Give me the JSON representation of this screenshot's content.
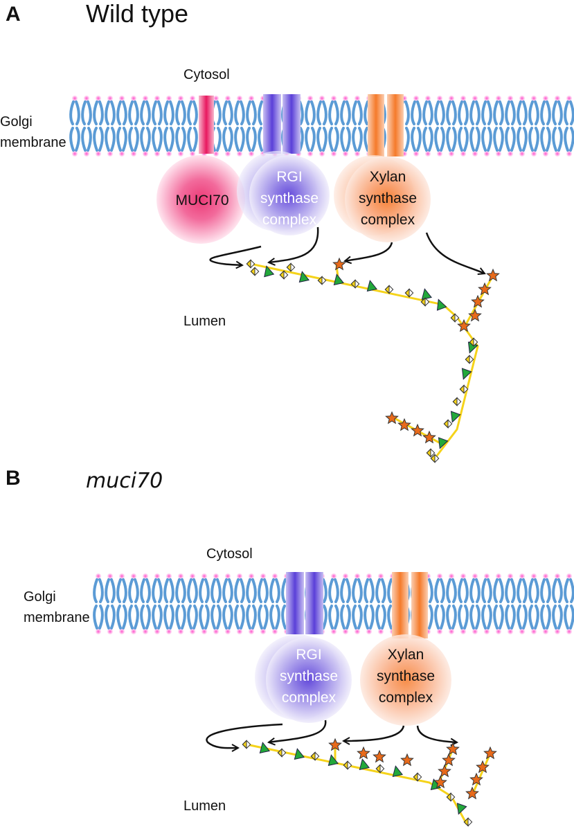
{
  "panel_a": {
    "letter": "A",
    "title": "Wild type",
    "cytosol": "Cytosol",
    "membrane_line1": "Golgi",
    "membrane_line2": "membrane",
    "lumen": "Lumen",
    "muci70": "MUCI70",
    "rgi": [
      "RGI",
      "synthase",
      "complex"
    ],
    "xylan": [
      "Xylan",
      "synthase",
      "complex"
    ]
  },
  "panel_b": {
    "letter": "B",
    "title": "muci70",
    "cytosol": "Cytosol",
    "membrane_line1": "Golgi",
    "membrane_line2": "membrane",
    "lumen": "Lumen",
    "rgi": [
      "RGI",
      "synthase",
      "complex"
    ],
    "xylan": [
      "Xylan",
      "synthase",
      "complex"
    ]
  },
  "colors": {
    "membrane_blue": "#5b9bd5",
    "head_pink": "#ff66cc",
    "muci70_pink": "#e8185f",
    "rgi_purple": "#5a3fd8",
    "xylan_orange": "#f57a2a",
    "glycan_yellow": "#f5d31a",
    "glycan_green": "#22a83a",
    "star_orange": "#e86a1a"
  }
}
